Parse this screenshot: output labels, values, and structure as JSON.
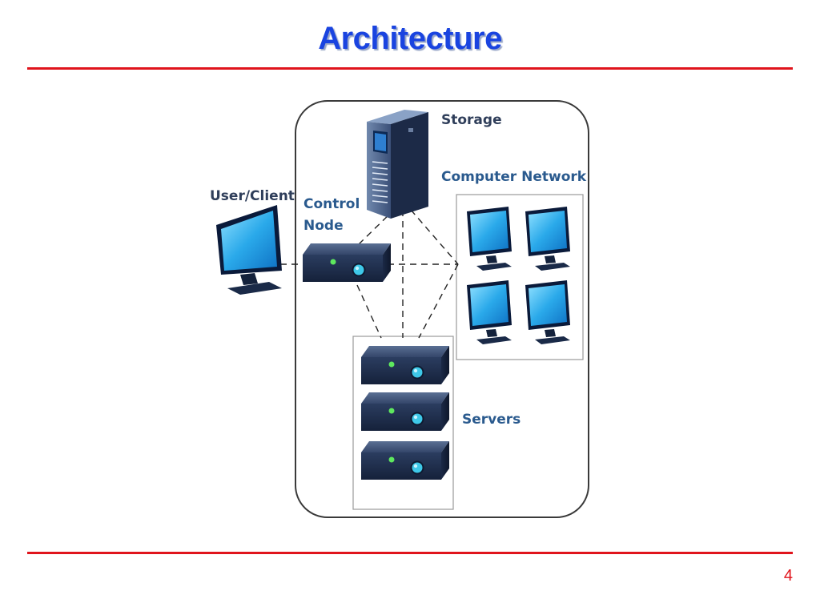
{
  "slide": {
    "title": "Architecture",
    "page_number": "4"
  },
  "diagram": {
    "labels": {
      "storage": "Storage",
      "computer_network": "Computer Network",
      "user_client": "User/Client",
      "control_node_line1": "Control",
      "control_node_line2": "Node",
      "servers": "Servers"
    }
  },
  "colors": {
    "title": "#1a44e0",
    "rule": "#e0141c",
    "label": "#2a5a8e",
    "monitor_screen": "#29a8e8",
    "server_body": "#1e2d4a",
    "led_green": "#5ee85e",
    "led_cyan": "#3ec8e8"
  }
}
